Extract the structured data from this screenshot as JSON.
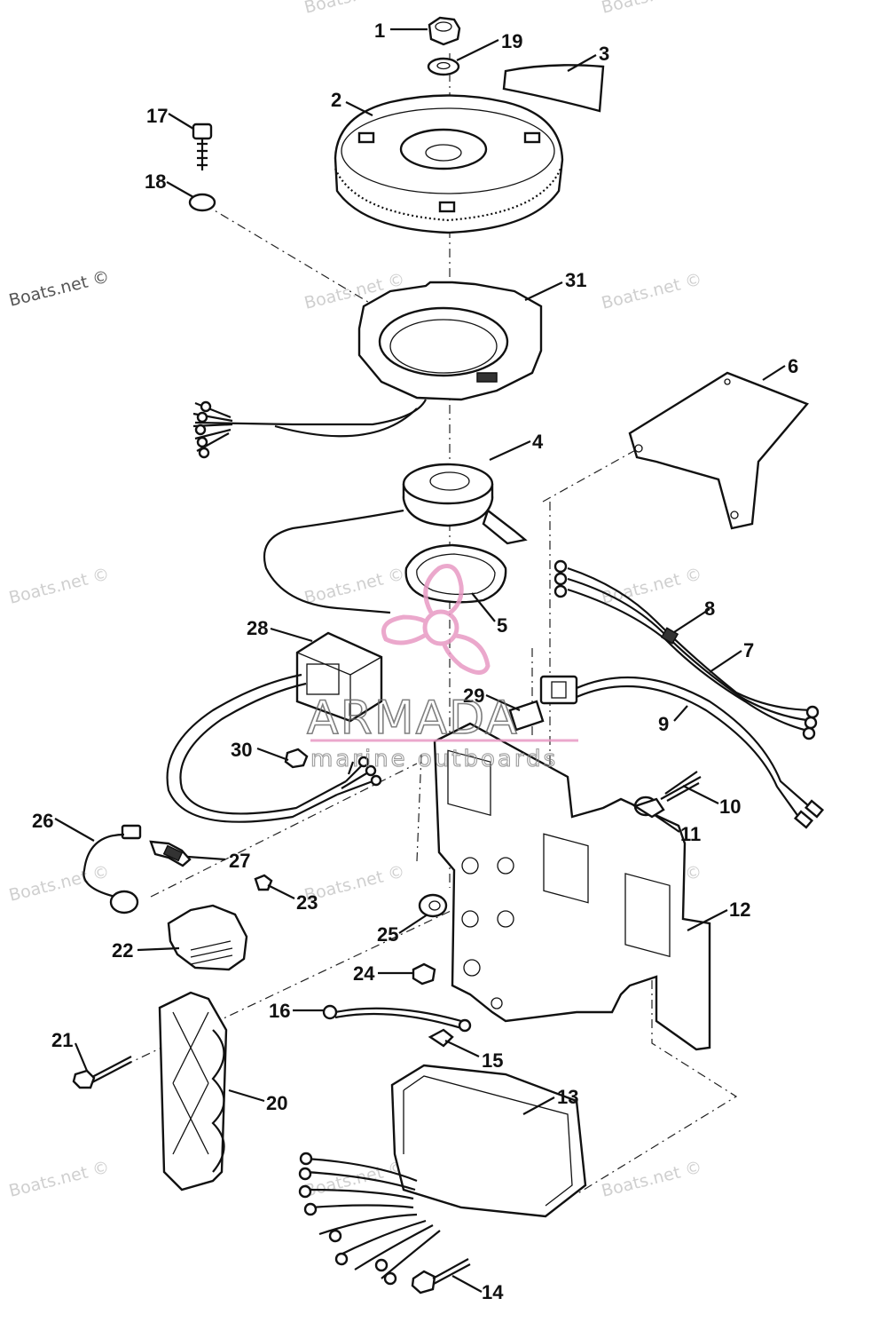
{
  "diagram": {
    "callouts": [
      {
        "id": "p1",
        "label": "1"
      },
      {
        "id": "p19",
        "label": "19"
      },
      {
        "id": "p3",
        "label": "3"
      },
      {
        "id": "p2",
        "label": "2"
      },
      {
        "id": "p17",
        "label": "17"
      },
      {
        "id": "p18",
        "label": "18"
      },
      {
        "id": "p31",
        "label": "31"
      },
      {
        "id": "p6",
        "label": "6"
      },
      {
        "id": "p4",
        "label": "4"
      },
      {
        "id": "p8",
        "label": "8"
      },
      {
        "id": "p7",
        "label": "7"
      },
      {
        "id": "p5",
        "label": "5"
      },
      {
        "id": "p28",
        "label": "28"
      },
      {
        "id": "p29",
        "label": "29"
      },
      {
        "id": "p9",
        "label": "9"
      },
      {
        "id": "p30",
        "label": "30"
      },
      {
        "id": "p10",
        "label": "10"
      },
      {
        "id": "p11",
        "label": "11"
      },
      {
        "id": "p26",
        "label": "26"
      },
      {
        "id": "p27",
        "label": "27"
      },
      {
        "id": "p23",
        "label": "23"
      },
      {
        "id": "p12",
        "label": "12"
      },
      {
        "id": "p25",
        "label": "25"
      },
      {
        "id": "p22",
        "label": "22"
      },
      {
        "id": "p24",
        "label": "24"
      },
      {
        "id": "p16",
        "label": "16"
      },
      {
        "id": "p21",
        "label": "21"
      },
      {
        "id": "p15",
        "label": "15"
      },
      {
        "id": "p20",
        "label": "20"
      },
      {
        "id": "p13",
        "label": "13"
      },
      {
        "id": "p14",
        "label": "14"
      }
    ]
  },
  "watermarks": {
    "site": "Boats.net ©"
  },
  "brand_logo": {
    "name": "ARMADA",
    "tagline": "marine outboards",
    "colors": {
      "pink": "#e89ac4",
      "gray": "#7a7a7a"
    }
  },
  "colors": {
    "ink": "#111111",
    "background": "#ffffff",
    "watermark": "#cfcfcf"
  }
}
